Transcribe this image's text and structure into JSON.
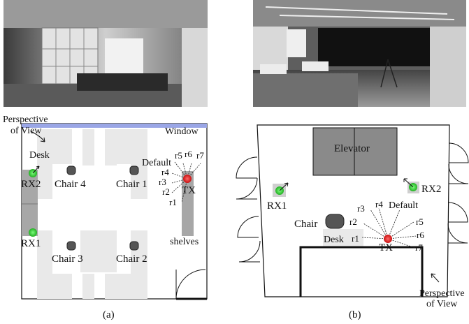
{
  "panel_a": {
    "caption": "(a)",
    "perspective_label": [
      "Perspective",
      "of View"
    ],
    "window_label": "Window",
    "desk_label": "Desk",
    "shelves_label": "shelves",
    "rx_labels": [
      "RX2",
      "RX1"
    ],
    "tx_label": "TX",
    "chairs": [
      "Chair 4",
      "Chair 1",
      "Chair 3",
      "Chair 2"
    ],
    "ray_labels": [
      "Default",
      "r5",
      "r6",
      "r7",
      "r4",
      "r3",
      "r2",
      "r1"
    ]
  },
  "panel_b": {
    "caption": "(b)",
    "elevator_label": "Elevator",
    "chair_label": "Chair",
    "desk_label": "Desk",
    "rx_labels": [
      "RX1",
      "RX2"
    ],
    "tx_label": "TX",
    "ray_labels": [
      "r3",
      "r4",
      "Default",
      "r2",
      "r1",
      "r5",
      "r6",
      "r7"
    ],
    "perspective_label": [
      "Perspective",
      "of View"
    ]
  },
  "colors": {
    "rx": "#3ddc3d",
    "tx": "#e02020",
    "window": "#9aa6e6",
    "furniture": "#e9e9e9",
    "shelf": "#a7a7a7",
    "elevator": "#8a8a8a"
  }
}
